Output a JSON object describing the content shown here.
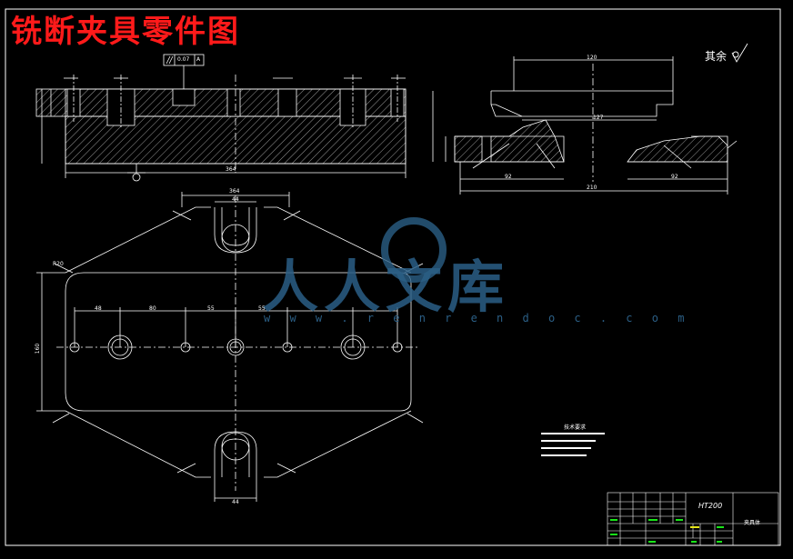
{
  "drawing": {
    "title": "铣断夹具零件图",
    "roughness_note": "其余",
    "material": "HT200",
    "part_name": "夹具体",
    "tech_requirements_title": "技术要求"
  },
  "watermark": {
    "text": "人人文库",
    "url": "w w w . r e n r e n d o c . c o m"
  },
  "dimensions": {
    "front_width": "364",
    "top_width": "364",
    "side_width": "210",
    "side_top_width": "120",
    "side_mid": "127",
    "side_left": "92",
    "side_right": "92",
    "slot_width": "44",
    "slot_width_bottom": "44",
    "spacing_a": "48",
    "spacing_b": "80",
    "spacing_c": "55",
    "spacing_d": "55",
    "plate_height": "160",
    "radius": "R20",
    "tolerance_frame": "0.07",
    "datum": "A"
  },
  "colors": {
    "line": "#ffffff",
    "dim": "#ffffff",
    "hatch": "#ffffff",
    "title": "#ff1a1a",
    "watermark": "#2b5f86",
    "green": "#19e619",
    "yellow": "#e6e619"
  }
}
